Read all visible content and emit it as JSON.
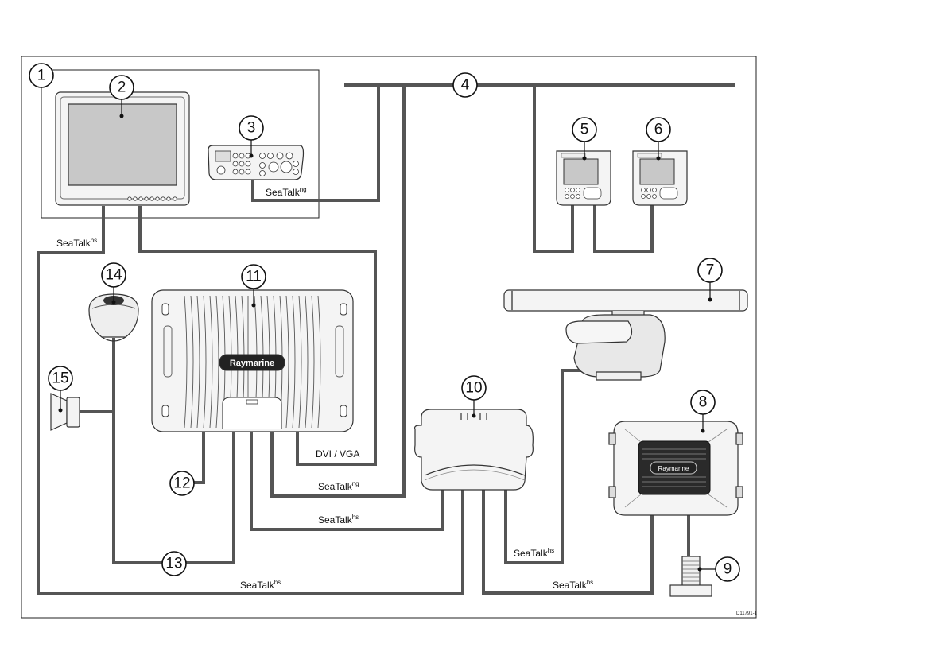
{
  "callouts": [
    "1",
    "2",
    "3",
    "4",
    "5",
    "6",
    "7",
    "8",
    "9",
    "10",
    "11",
    "12",
    "13",
    "14",
    "15"
  ],
  "labels": {
    "seatalk_ng_keypad": {
      "base": "SeaTalk",
      "sup": "ng"
    },
    "seatalk_hs_display": {
      "base": "SeaTalk",
      "sup": "hs"
    },
    "dvi_vga": "DVI / VGA",
    "seatalk_ng_processor": {
      "base": "SeaTalk",
      "sup": "ng"
    },
    "seatalk_hs_processor": {
      "base": "SeaTalk",
      "sup": "hs"
    },
    "seatalk_hs_radar": {
      "base": "SeaTalk",
      "sup": "hs"
    },
    "seatalk_hs_bottom": {
      "base": "SeaTalk",
      "sup": "hs"
    },
    "seatalk_hs_sonar": {
      "base": "SeaTalk",
      "sup": "hs"
    }
  },
  "logo_text": "Raymarine",
  "drawing_ref": "D11791-1",
  "colors": {
    "wire": "#555555",
    "outline": "#111111",
    "device_fill": "#f4f4f4",
    "screen": "#c8c8c8"
  }
}
